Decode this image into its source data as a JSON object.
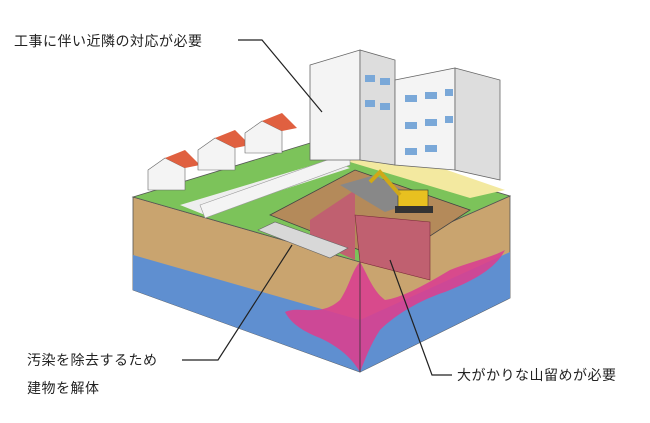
{
  "labels": {
    "neighborhood": "工事に伴い近隣の対応が必要",
    "demolish_line1": "汚染を除去するため",
    "demolish_line2": "建物を解体",
    "retaining": "大がかりな山留めが必要"
  },
  "colors": {
    "soil": "#c9a46f",
    "groundwater": "#5f8fd0",
    "contamination": "#d9408f",
    "grass": "#6fbf4f",
    "retaining_wall": "#c06070"
  }
}
